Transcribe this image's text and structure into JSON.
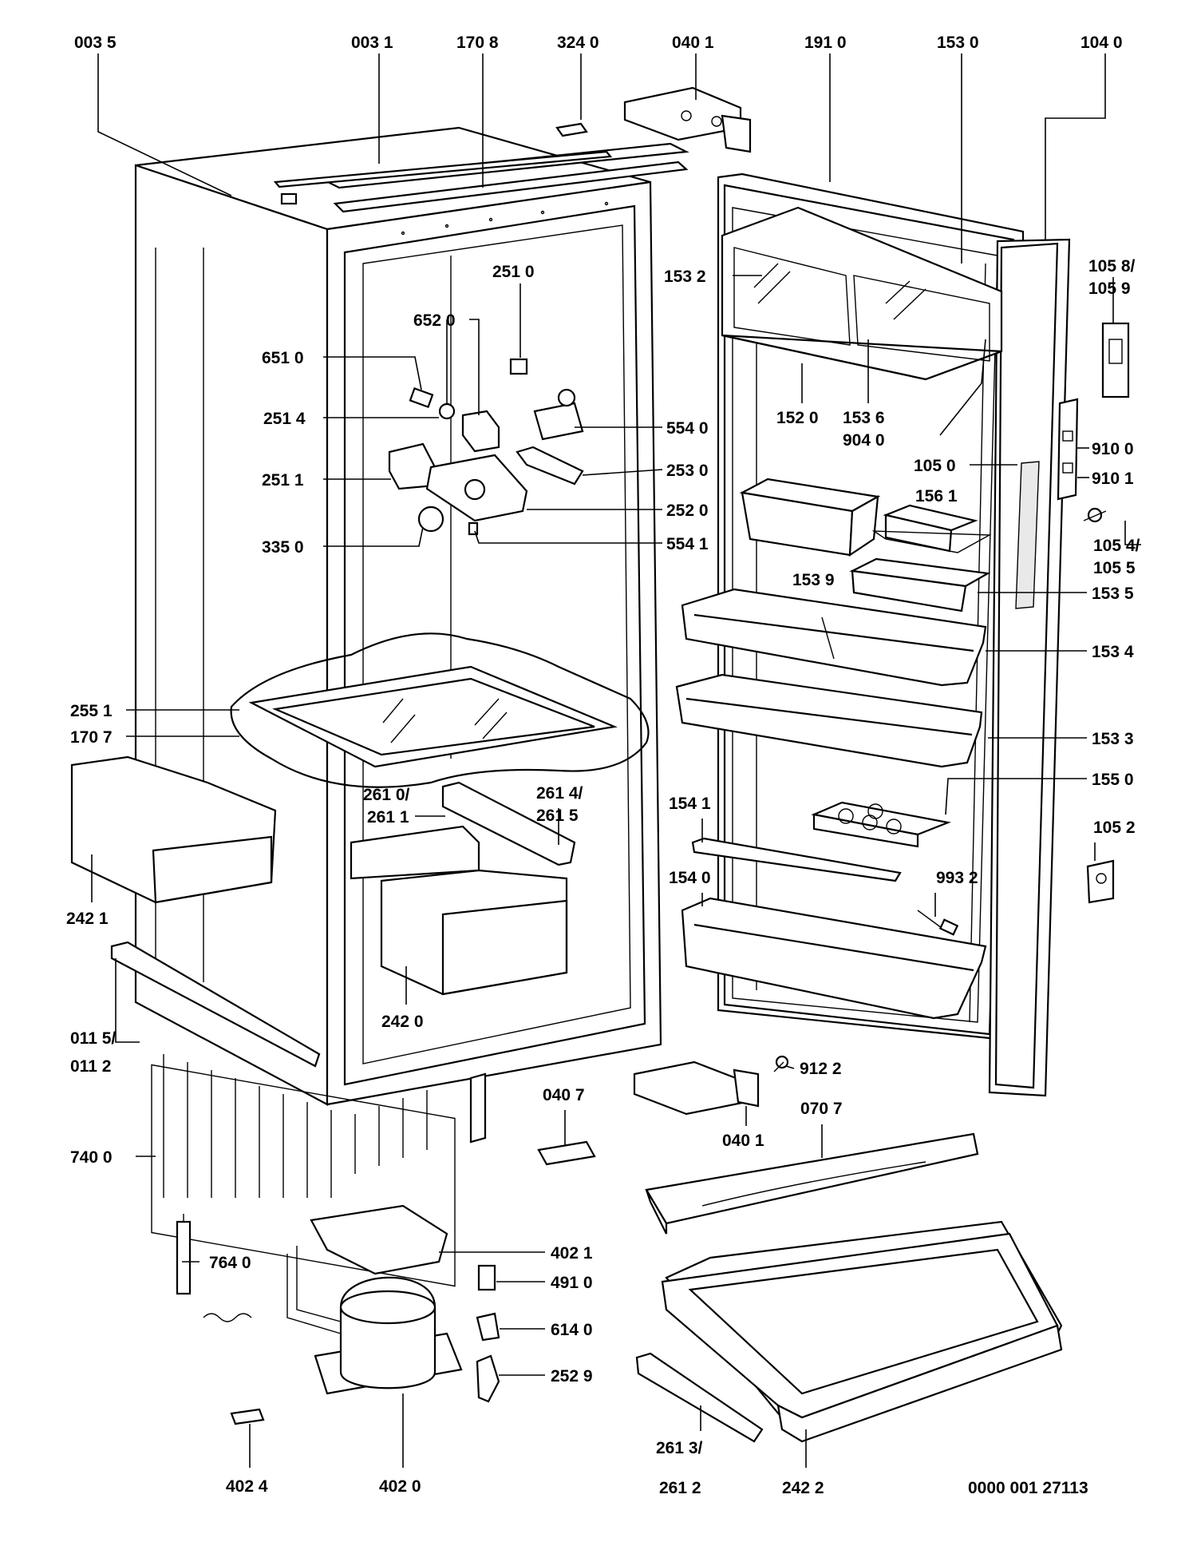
{
  "labels": {
    "l_0035": "003 5",
    "l_0031": "003 1",
    "l_1708": "170 8",
    "l_3240": "324 0",
    "l_0401_top": "040 1",
    "l_1910": "191 0",
    "l_1530": "153 0",
    "l_1040": "104 0",
    "l_2510": "251 0",
    "l_6520": "652 0",
    "l_6510": "651 0",
    "l_2514": "251 4",
    "l_2511": "251 1",
    "l_3350": "335 0",
    "l_5540": "554 0",
    "l_2530": "253 0",
    "l_2520": "252 0",
    "l_5541": "554 1",
    "l_1532": "153 2",
    "l_1520": "152 0",
    "l_1536": "153 6",
    "l_9040": "904 0",
    "l_1058": "105 8/",
    "l_1059": "105 9",
    "l_9100": "910 0",
    "l_9101": "910 1",
    "l_1050": "105 0",
    "l_1561": "156 1",
    "l_1054": "105 4/",
    "l_1055": "105 5",
    "l_1539": "153 9",
    "l_1535": "153 5",
    "l_1534": "153 4",
    "l_2551": "255 1",
    "l_1707": "170 7",
    "l_1533": "153 3",
    "l_1550": "155 0",
    "l_2614": "261 4/",
    "l_2615": "261 5",
    "l_2610": "261 0/",
    "l_2611": "261 1",
    "l_1541": "154 1",
    "l_1052": "105 2",
    "l_1540": "154 0",
    "l_9932": "993 2",
    "l_2421": "242 1",
    "l_2420": "242 0",
    "l_0115": "011 5/",
    "l_0112": "011 2",
    "l_0407": "040 7",
    "l_9122": "912 2",
    "l_0401_bot": "040 1",
    "l_0707": "070 7",
    "l_7400": "740 0",
    "l_7640": "764 0",
    "l_4021": "402 1",
    "l_4910": "491 0",
    "l_6140": "614 0",
    "l_2529": "252 9",
    "l_2613": "261 3/",
    "l_2612": "261 2",
    "l_2422": "242 2",
    "l_4024": "402 4",
    "l_4020": "402 0",
    "l_docno": "0000 001 27113"
  }
}
